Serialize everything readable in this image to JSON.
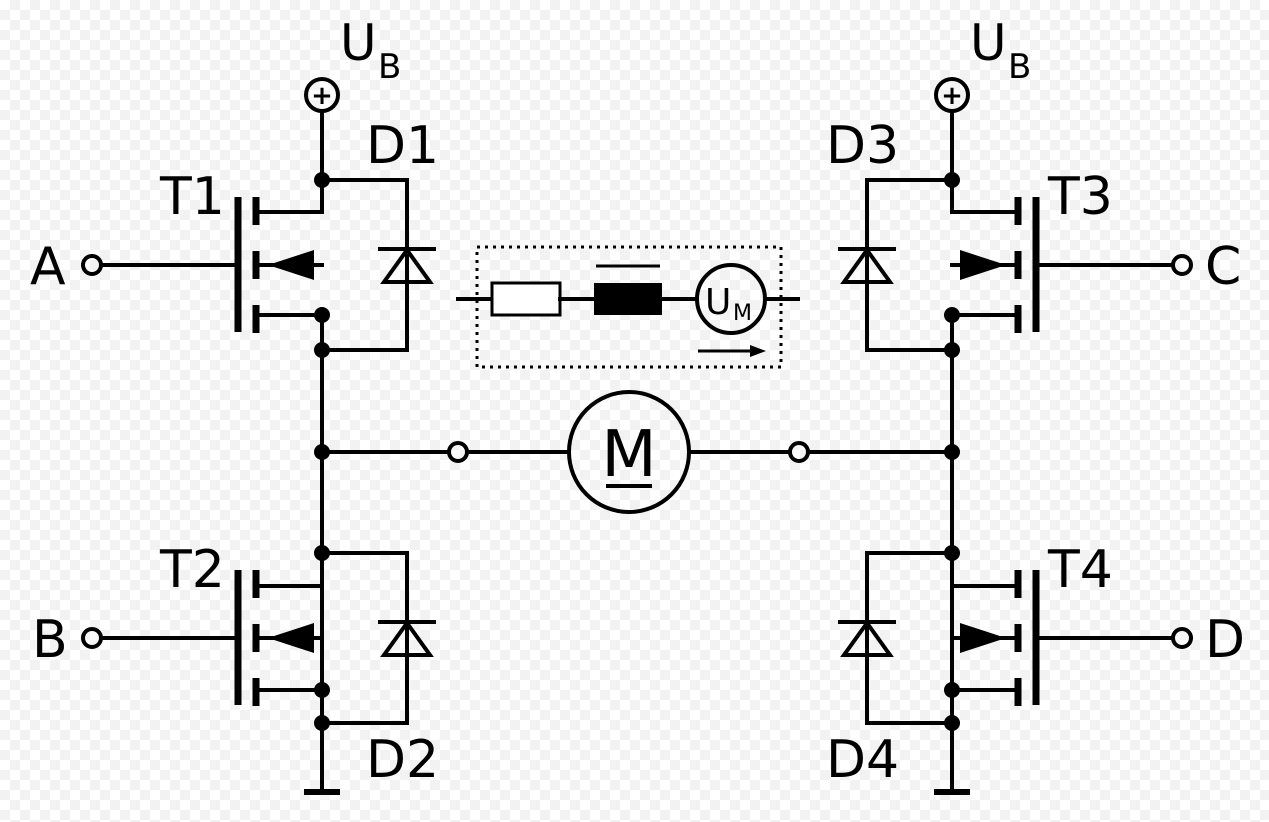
{
  "labels": {
    "supply_left": "U",
    "supply_left_sub": "B",
    "supply_right": "U",
    "supply_right_sub": "B",
    "supply_symbol": "+",
    "t1": "T1",
    "t2": "T2",
    "t3": "T3",
    "t4": "T4",
    "d1": "D1",
    "d2": "D2",
    "d3": "D3",
    "d4": "D4",
    "in_a": "A",
    "in_b": "B",
    "in_c": "C",
    "in_d": "D",
    "motor": "M",
    "emf": "U",
    "emf_sub": "M"
  }
}
